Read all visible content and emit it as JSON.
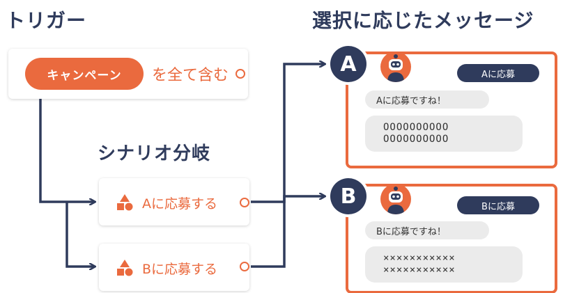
{
  "headings": {
    "trigger": "トリガー",
    "select_message": "選択に応じたメッセージ",
    "scenario_branch": "シナリオ分岐"
  },
  "trigger": {
    "pill_label": "キャンペーン",
    "condition_text": "を全て含む"
  },
  "scenarios": [
    {
      "label": "Aに応募する",
      "icon": "shapes-icon"
    },
    {
      "label": "Bに応募する",
      "icon": "shapes-icon"
    }
  ],
  "messages": [
    {
      "badge": "A",
      "user_reply": "Aに応募",
      "bot_reply": "Aに応募ですね！",
      "body": "OOOOOOOOOO\nOOOOOOOOOO"
    },
    {
      "badge": "B",
      "user_reply": "Bに応募",
      "bot_reply": "Bに応募ですね！",
      "body": "×××××××××××\n×××××××××××"
    }
  ],
  "colors": {
    "accent": "#ea6a3e",
    "navy": "#2f3b5c",
    "bubble_gray": "#ebebeb"
  }
}
